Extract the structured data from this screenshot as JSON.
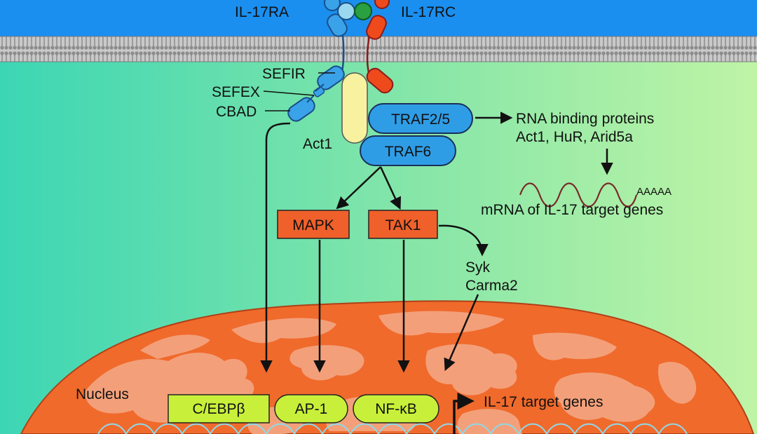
{
  "receptors": {
    "left": "IL-17RA",
    "right": "IL-17RC"
  },
  "domains": {
    "sefir": "SEFIR",
    "sefex": "SEFEX",
    "cbad": "CBAD"
  },
  "adaptors": {
    "act1": "Act1",
    "traf25": "TRAF2/5",
    "traf6": "TRAF6"
  },
  "rna_pathway": {
    "binding_line1": "RNA binding proteins",
    "binding_line2": "Act1, HuR, Arid5a",
    "polya": "AAAAA",
    "mrna": "mRNA of IL-17 target genes"
  },
  "kinases": {
    "mapk": "MAPK",
    "tak1": "TAK1",
    "syk": "Syk",
    "carma2": "Carma2"
  },
  "nucleus": {
    "label": "Nucleus",
    "tf1": "C/EBPβ",
    "tf2": "AP-1",
    "tf3": "NF-κB",
    "target": "IL-17 target genes"
  },
  "colors": {
    "extracellular": "#1a8ff0",
    "membrane": "#b4b4b4",
    "cytoplasm_left": "#3fd6b3",
    "cytoplasm_right": "#b4f0a0",
    "nucleus_outer": "#f06a2c",
    "nucleus_inner": "#f3a07a",
    "receptor_blue": "#3aa2e8",
    "receptor_red": "#ee4a1c",
    "act1_yellow": "#f8f2a0",
    "traf_blue": "#2f9de6",
    "kinase_orange": "#f0602a",
    "tf_green": "#c8f03a"
  }
}
